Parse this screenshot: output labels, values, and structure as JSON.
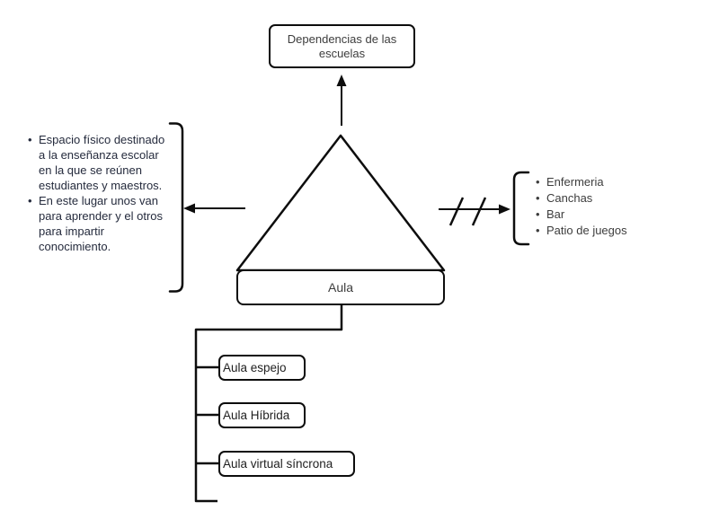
{
  "diagram": {
    "top_box": {
      "label": "Dependencias de las escuelas"
    },
    "center": {
      "label": "Aula"
    },
    "left_notes": {
      "items": [
        "Espacio físico destinado a la enseñanza escolar en la que se reúnen estudiantes y maestros.",
        "En este lugar unos van para aprender y el otros para impartir conocimiento."
      ]
    },
    "right_list": {
      "items": [
        "Enfermeria",
        "Canchas",
        "Bar",
        "Patio de juegos"
      ]
    },
    "children": [
      {
        "label": "Aula espejo"
      },
      {
        "label": "Aula Híbrida"
      },
      {
        "label": "Aula virtual síncrona"
      }
    ],
    "colors": {
      "stroke": "#0d0d0d",
      "text": "#3d3d3d",
      "left_text": "#252b3d",
      "background": "#ffffff"
    }
  }
}
